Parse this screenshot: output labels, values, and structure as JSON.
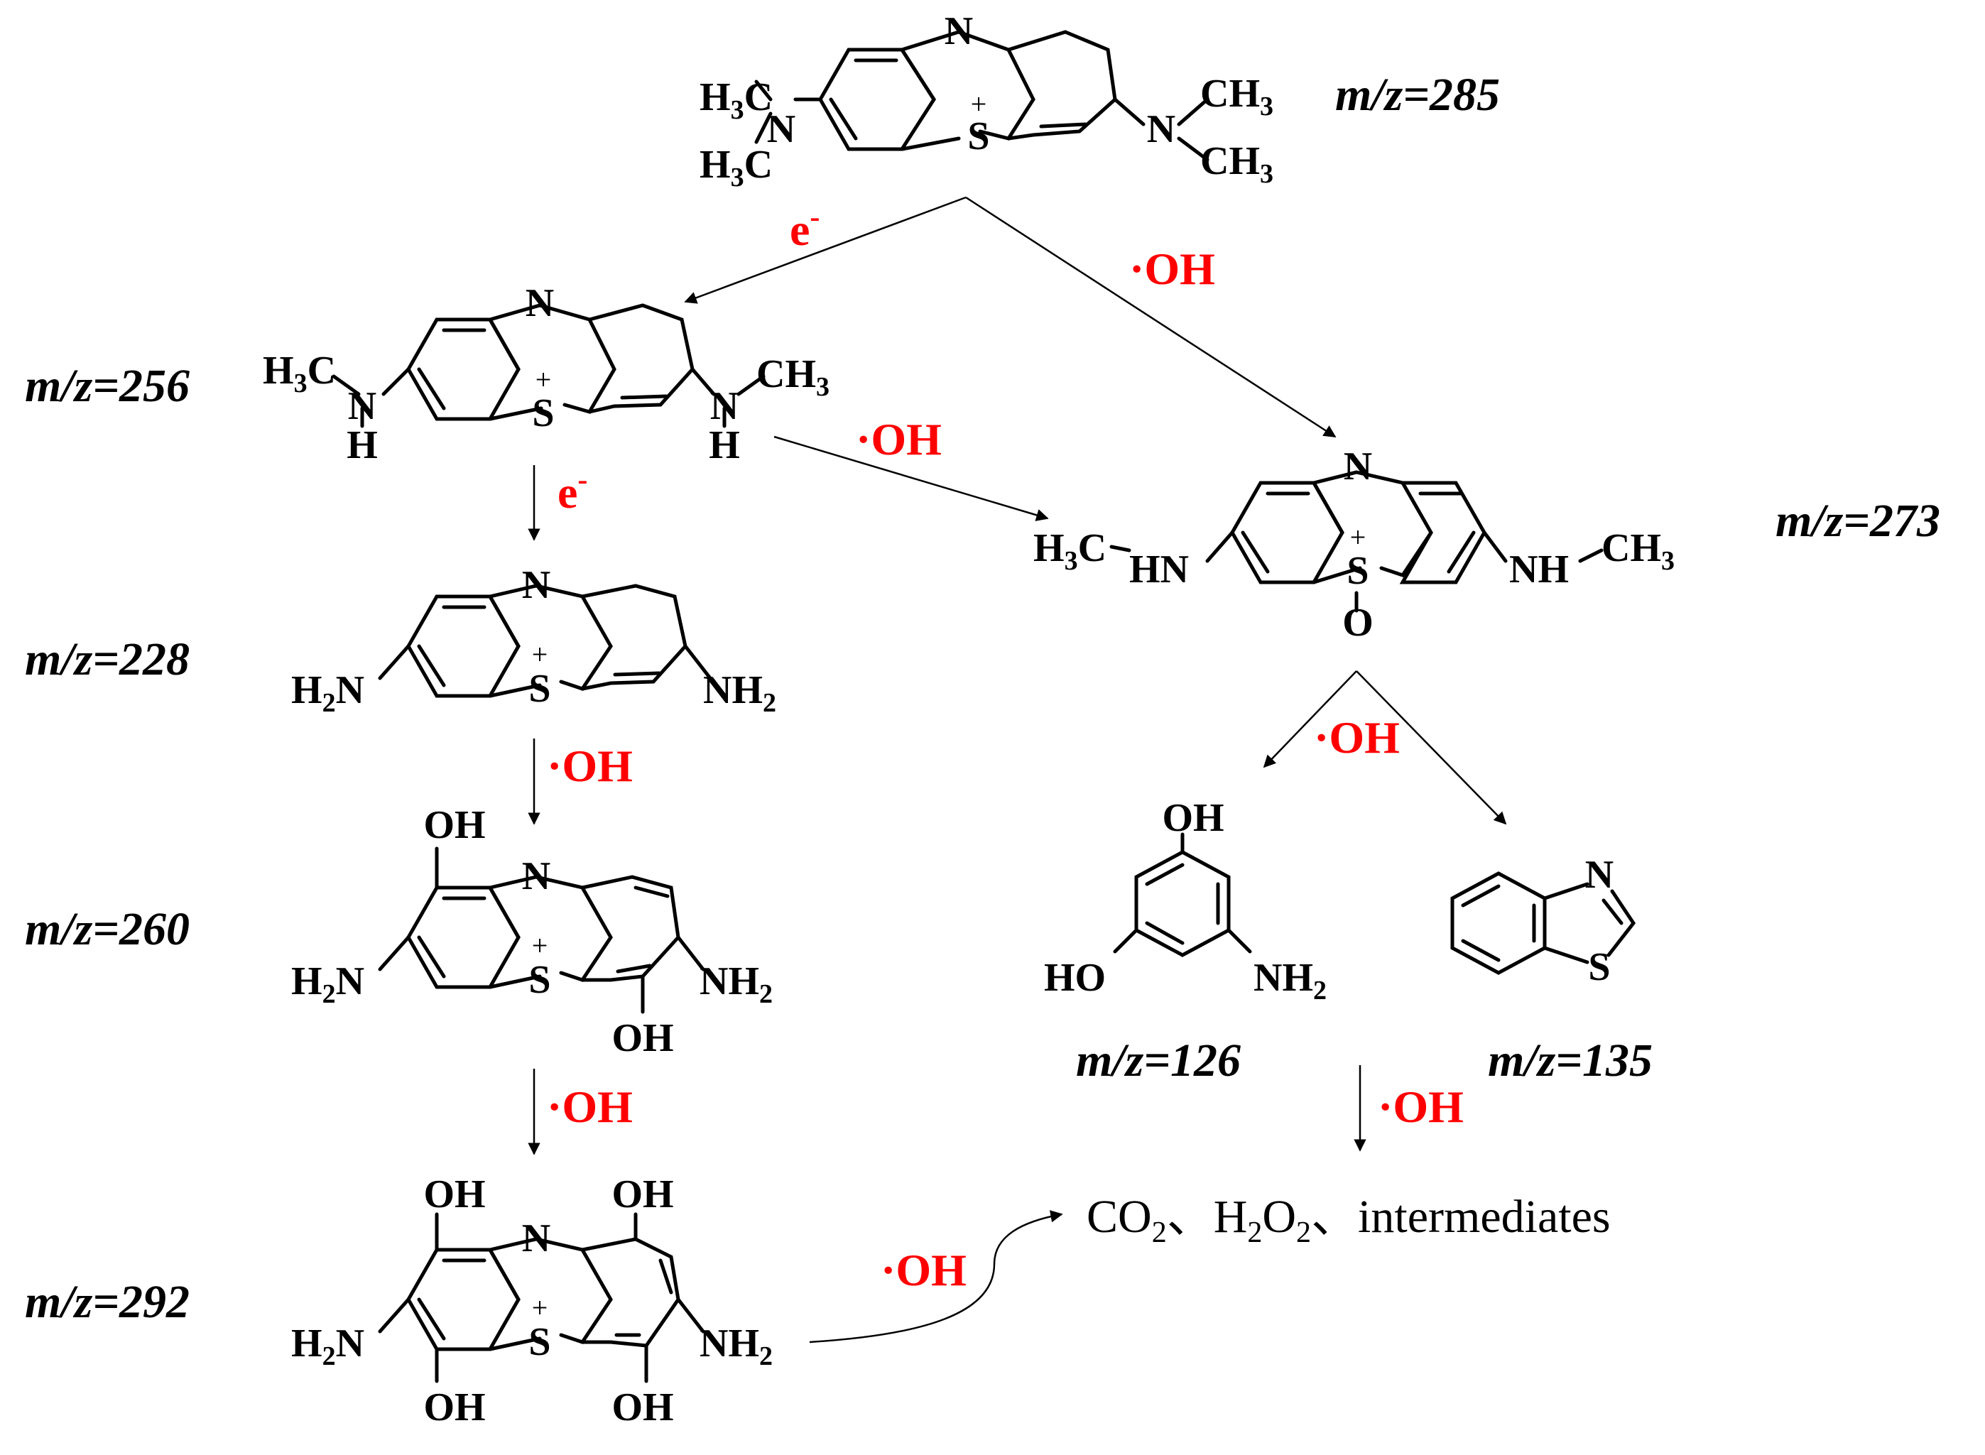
{
  "colors": {
    "reagent": "#ff0000",
    "structure": "#000000",
    "background": "#ffffff"
  },
  "labels": {
    "mz285": "m/z=285",
    "mz256": "m/z=256",
    "mz228": "m/z=228",
    "mz260": "m/z=260",
    "mz292": "m/z=292",
    "mz273": "m/z=273",
    "mz126": "m/z=126",
    "mz135": "m/z=135"
  },
  "reagents": {
    "electron": "e",
    "electron_charge": "-",
    "hydroxyl": "·OH"
  },
  "atoms": {
    "N": "N",
    "S": "S",
    "O": "O",
    "H": "H",
    "C": "C",
    "H3C": "H",
    "H3C_num": "3",
    "CH3": "CH",
    "CH3_num": "3",
    "NH": "NH",
    "HN": "HN",
    "OH": "OH",
    "HO": "HO",
    "NH2": "NH",
    "NH2_num": "2",
    "H2N": "H",
    "H2N_num": "2",
    "plus": "+"
  },
  "products": {
    "co2": "CO",
    "co2_num": "2",
    "sep1": "、",
    "h2o2_h": "H",
    "h2o2_num1": "2",
    "h2o2_o": "O",
    "h2o2_num2": "2",
    "sep2": "、",
    "intermediates": "intermediates"
  }
}
